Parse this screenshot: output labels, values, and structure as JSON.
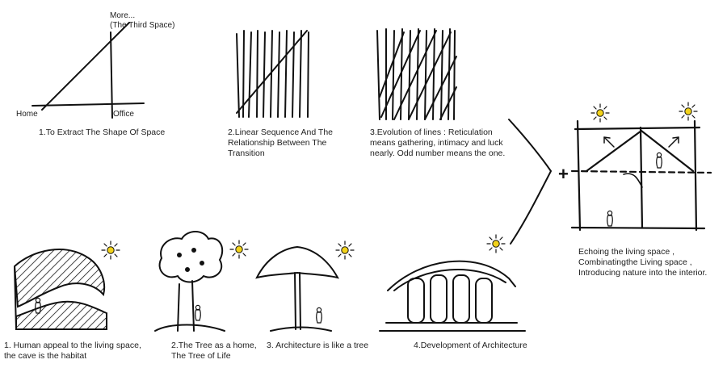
{
  "labels": {
    "more": "More...\n(The Third Space)",
    "home": "Home",
    "office": "Office"
  },
  "top_captions": [
    "1.To Extract The Shape Of Space",
    "2.Linear Sequence And The\nRelationship Between The\nTransition",
    "3.Evolution of lines : Reticulation\nmeans gathering, intimacy and luck\nnearly.  Odd number means the one."
  ],
  "plus_sign": "+",
  "right_caption": "Echoing the living space ,\nCombinatingthe Living space  ,\nIntroducing nature into the interior.",
  "bottom_captions": [
    "1. Human appeal to the living space,\nthe cave is the habitat",
    "2.The Tree as a home,\nThe Tree of Life",
    "3. Architecture is like a tree",
    "4.Development of Architecture"
  ],
  "colors": {
    "ink": "#111111",
    "sun": "#f2d21a",
    "text": "#222222"
  }
}
